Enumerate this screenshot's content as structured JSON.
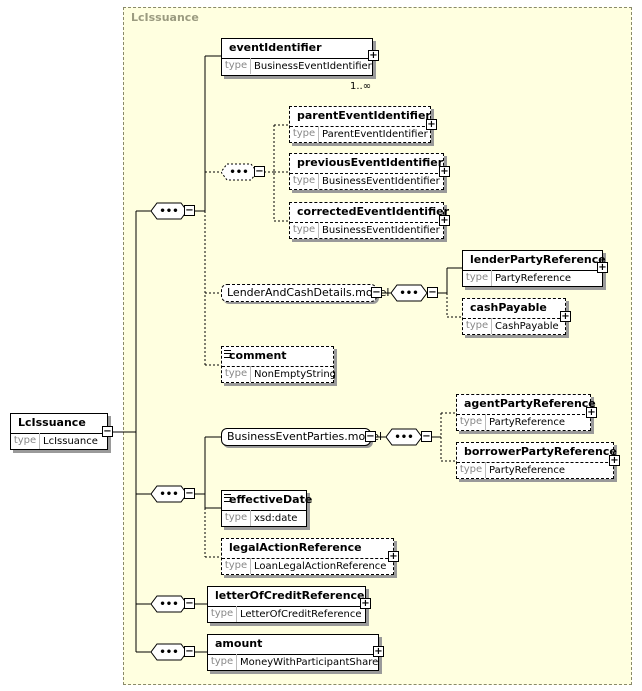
{
  "group_title": "LcIssuance",
  "root": {
    "name": "LcIssuance",
    "type_label": "type",
    "type": "LcIssuance"
  },
  "elements": {
    "eventIdentifier": {
      "name": "eventIdentifier",
      "type_label": "type",
      "type": "BusinessEventIdentifier",
      "cardinality": "1..∞"
    },
    "parentEventIdentifier": {
      "name": "parentEventIdentifier",
      "type_label": "type",
      "type": "ParentEventIdentifier"
    },
    "previousEventIdentifier": {
      "name": "previousEventIdentifier",
      "type_label": "type",
      "type": "BusinessEventIdentifier"
    },
    "correctedEventIdentifier": {
      "name": "correctedEventIdentifier",
      "type_label": "type",
      "type": "BusinessEventIdentifier"
    },
    "lenderPartyReference": {
      "name": "lenderPartyReference",
      "type_label": "type",
      "type": "PartyReference"
    },
    "cashPayable": {
      "name": "cashPayable",
      "type_label": "type",
      "type": "CashPayable"
    },
    "comment": {
      "name": "comment",
      "type_label": "type",
      "type": "NonEmptyString"
    },
    "agentPartyReference": {
      "name": "agentPartyReference",
      "type_label": "type",
      "type": "PartyReference"
    },
    "borrowerPartyReference": {
      "name": "borrowerPartyReference",
      "type_label": "type",
      "type": "PartyReference"
    },
    "effectiveDate": {
      "name": "effectiveDate",
      "type_label": "type",
      "type": "xsd:date"
    },
    "legalActionReference": {
      "name": "legalActionReference",
      "type_label": "type",
      "type": "LoanLegalActionReference"
    },
    "letterOfCreditReference": {
      "name": "letterOfCreditReference",
      "type_label": "type",
      "type": "LetterOfCreditReference"
    },
    "amount": {
      "name": "amount",
      "type_label": "type",
      "type": "MoneyWithParticipantShare"
    }
  },
  "models": {
    "lenderAndCash": {
      "label": "LenderAndCashDetails.model"
    },
    "businessEventParties": {
      "label": "BusinessEventParties.model"
    }
  },
  "icons": {
    "expand": "plus-box-icon",
    "collapse": "minus-box-icon",
    "sequence": "sequence-icon",
    "documentation": "documentation-icon"
  }
}
